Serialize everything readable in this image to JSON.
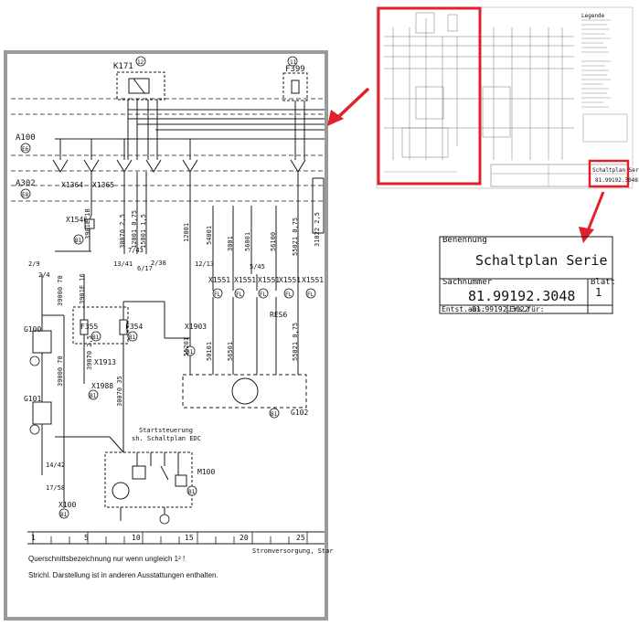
{
  "detail": {
    "components": {
      "k171": "K171",
      "f399": "F399",
      "x1364": "X1364",
      "x1365": "X1365",
      "x1546": "X1546",
      "f355": "F355",
      "f354": "F354",
      "x1913": "X1913",
      "x1903": "X1903",
      "x1988": "X1988",
      "g100": "G100",
      "g101": "G101",
      "x100": "X100",
      "m100": "M100",
      "g102": "G102",
      "res6": "RES6",
      "x1551": "X1551"
    },
    "rails": {
      "a100": "A100",
      "a302": "A302"
    },
    "bubbles": {
      "twelve": "12",
      "eleven": "11",
      "e6": "E6",
      "e8": "E8",
      "b1": "B1",
      "fl": "FL"
    },
    "wires": [
      "3901E 1B",
      "30070 2,5",
      "12001 0,75",
      "15001 1,5",
      "12001",
      "54001",
      "3001",
      "56001",
      "56100",
      "50101",
      "56501",
      "55201",
      "55021 0,75",
      "55021 0,75",
      "31022 2,5",
      "3901E 16",
      "39000 70",
      "39070 2,5",
      "30070 35"
    ],
    "references": [
      "13/41",
      "7/43",
      "6/17",
      "2/38",
      "12/13",
      "5/45",
      "2/9",
      "2/4",
      "14/42",
      "17/58"
    ],
    "starter_note_line1": "Startsteuerung",
    "starter_note_line2": "sh. Schaltplan EDC",
    "scale_ticks": [
      "1",
      "5",
      "10",
      "15",
      "20",
      "25"
    ],
    "footer_caption": "Stromversorgung, Star",
    "note1": "Querschnittsbezeichnung nur wenn ungleich 1² !",
    "note2": "Strichl. Darstellung ist in anderen Ausstattungen enthalten."
  },
  "overview": {
    "legend_title": "Legende"
  },
  "title_block": {
    "benennung_label": "Benennung",
    "title": "Schaltplan Serie",
    "sachnummer_label": "Sachnummer",
    "number": "81.99192.3048",
    "blatt_label": "Blatt",
    "blatt_value": "1",
    "entst_label": "Entst.aus:",
    "entst_value": "81.99192.3022",
    "ers_label": "Ers.für:",
    "mini_title": "Schaltplan Serie",
    "mini_number": "81.99192.3048"
  },
  "colors": {
    "highlight": "#e0202c",
    "ink": "#1a1a1a",
    "frame": "#9a9a9a"
  }
}
